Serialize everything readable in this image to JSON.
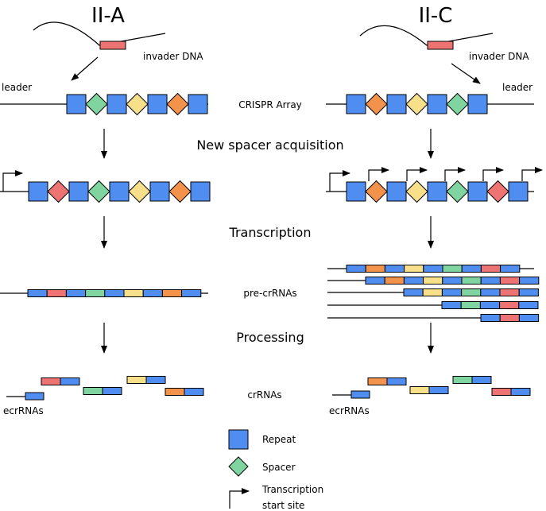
{
  "titles": {
    "left": "II-A",
    "right": "II-C"
  },
  "labels": {
    "invader_left": "invader DNA",
    "invader_right": "invader DNA",
    "leader_left": "leader",
    "leader_right": "leader",
    "crispr_array": "CRISPR Array",
    "acquisition": "New spacer acquisition",
    "transcription": "Transcription",
    "pre_crrnas": "pre-crRNAs",
    "processing": "Processing",
    "crrnas": "crRNAs",
    "ecrnas_left": "ecrRNAs",
    "ecrnas_right": "ecrRNAs"
  },
  "legend": {
    "repeat": "Repeat",
    "spacer": "Spacer",
    "tss_line1": "Transcription",
    "tss_line2": "start site"
  },
  "colors": {
    "repeat": "#4f8ef0",
    "red": "#ee7474",
    "green": "#7fd4a0",
    "yellow": "#f8e08a",
    "orange": "#f3924a",
    "line": "#000000"
  },
  "arrays": {
    "left_initial": [
      "green",
      "yellow",
      "orange"
    ],
    "left_acquired": [
      "red",
      "green",
      "yellow",
      "orange"
    ],
    "right_initial": [
      "orange",
      "yellow",
      "green"
    ],
    "right_acquired": [
      "orange",
      "yellow",
      "green",
      "red"
    ]
  },
  "pre_crrna_left": [
    "red",
    "green",
    "yellow",
    "orange"
  ],
  "pre_crrna_right": [
    [
      "orange",
      "yellow",
      "green",
      "red"
    ],
    [
      "orange",
      "yellow",
      "green",
      "red"
    ],
    [
      "yellow",
      "green",
      "red"
    ],
    [
      "green",
      "red"
    ],
    [
      "red"
    ]
  ],
  "crrnas_left": [
    "red",
    "green",
    "yellow",
    "orange"
  ],
  "crrnas_right": [
    "orange",
    "yellow",
    "green",
    "red"
  ]
}
